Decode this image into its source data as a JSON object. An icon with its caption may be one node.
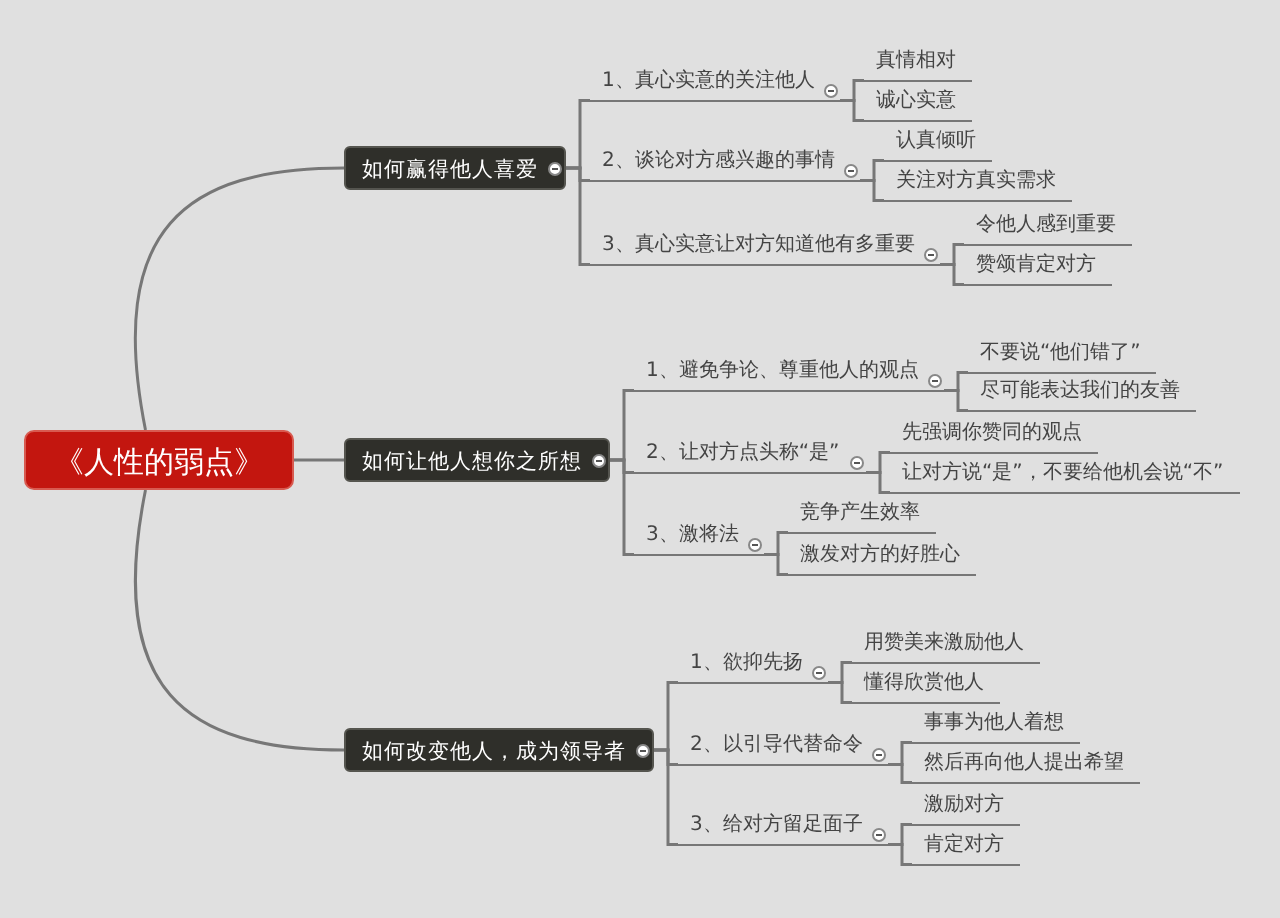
{
  "diagram": {
    "nodes": [
      {
        "text": [
          "《人性的弱点》"
        ]
      },
      {
        "text": [
          "如何赢得他人喜爱"
        ]
      },
      {
        "text": [
          "1、真心实意的关注他人"
        ]
      },
      {
        "text": [
          "真情相对"
        ]
      },
      {
        "text": [
          "诚心实意"
        ]
      },
      {
        "text": [
          "2、谈论对方感兴趣的事情"
        ]
      },
      {
        "text": [
          "认真倾听"
        ]
      },
      {
        "text": [
          "关注对方真实需求"
        ]
      },
      {
        "text": [
          "3、真心实意让对方知道他有多重要"
        ]
      },
      {
        "text": [
          "令他人感到重要"
        ]
      },
      {
        "text": [
          "赞颂肯定对方"
        ]
      },
      {
        "text": [
          "如何让他人想你之所想"
        ]
      },
      {
        "text": [
          "1、避免争论、尊重他人的观点"
        ]
      },
      {
        "text": [
          "不要说“他们错了”"
        ]
      },
      {
        "text": [
          "尽可能表达我们的友善"
        ]
      },
      {
        "text": [
          "2、让对方点头称“是”"
        ]
      },
      {
        "text": [
          "先强调你赞同的观点"
        ]
      },
      {
        "text": [
          "让对方说“是”，不要给他机会说“不”"
        ]
      },
      {
        "text": [
          "3、激将法"
        ]
      },
      {
        "text": [
          "竞争产生效率"
        ]
      },
      {
        "text": [
          "激发对方的好胜心"
        ]
      },
      {
        "text": [
          "如何改变他人，成为领导者"
        ]
      },
      {
        "text": [
          "1、欲抑先扬"
        ]
      },
      {
        "text": [
          "用赞美来激励他人"
        ]
      },
      {
        "text": [
          "懂得欣赏他人"
        ]
      },
      {
        "text": [
          "2、以引导代替命令"
        ]
      },
      {
        "text": [
          "事事为他人着想"
        ]
      },
      {
        "text": [
          "然后再向他人提出希望"
        ]
      },
      {
        "text": [
          "3、给对方留足面子"
        ]
      },
      {
        "text": [
          "激励对方"
        ]
      },
      {
        "text": [
          "肯定对方"
        ]
      }
    ],
    "edges": [
      {
        "from": 0,
        "to": 1,
        "arrow": "none"
      },
      {
        "from": 1,
        "to": 2,
        "arrow": "none"
      },
      {
        "from": 2,
        "to": 3,
        "arrow": "none"
      },
      {
        "from": 2,
        "to": 4,
        "arrow": "none"
      },
      {
        "from": 1,
        "to": 5,
        "arrow": "none"
      },
      {
        "from": 5,
        "to": 6,
        "arrow": "none"
      },
      {
        "from": 5,
        "to": 7,
        "arrow": "none"
      },
      {
        "from": 1,
        "to": 8,
        "arrow": "none"
      },
      {
        "from": 8,
        "to": 9,
        "arrow": "none"
      },
      {
        "from": 8,
        "to": 10,
        "arrow": "none"
      },
      {
        "from": 0,
        "to": 11,
        "arrow": "none"
      },
      {
        "from": 11,
        "to": 12,
        "arrow": "none"
      },
      {
        "from": 12,
        "to": 13,
        "arrow": "none"
      },
      {
        "from": 12,
        "to": 14,
        "arrow": "none"
      },
      {
        "from": 11,
        "to": 15,
        "arrow": "none"
      },
      {
        "from": 15,
        "to": 16,
        "arrow": "none"
      },
      {
        "from": 15,
        "to": 17,
        "arrow": "none"
      },
      {
        "from": 11,
        "to": 18,
        "arrow": "none"
      },
      {
        "from": 18,
        "to": 19,
        "arrow": "none"
      },
      {
        "from": 18,
        "to": 20,
        "arrow": "none"
      },
      {
        "from": 0,
        "to": 21,
        "arrow": "none"
      },
      {
        "from": 21,
        "to": 22,
        "arrow": "none"
      },
      {
        "from": 22,
        "to": 23,
        "arrow": "none"
      },
      {
        "from": 22,
        "to": 24,
        "arrow": "none"
      },
      {
        "from": 21,
        "to": 25,
        "arrow": "none"
      },
      {
        "from": 25,
        "to": 26,
        "arrow": "none"
      },
      {
        "from": 25,
        "to": 27,
        "arrow": "none"
      },
      {
        "from": 21,
        "to": 28,
        "arrow": "none"
      },
      {
        "from": 28,
        "to": 29,
        "arrow": "none"
      },
      {
        "from": 28,
        "to": 30,
        "arrow": "none"
      }
    ]
  }
}
